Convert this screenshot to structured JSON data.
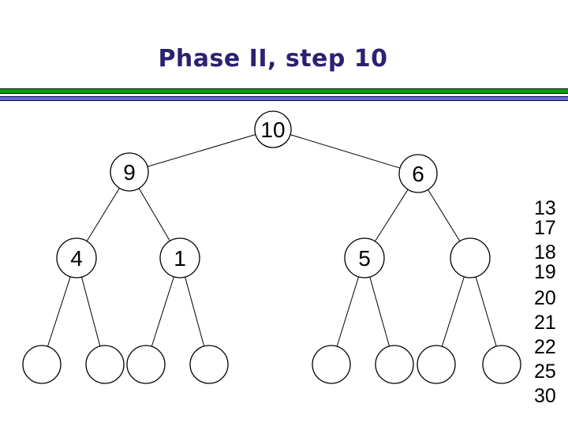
{
  "slide": {
    "title": "Phase II, step 10",
    "colors": {
      "title_color": "#2b2171",
      "green_bar": "#0f9b0f",
      "blue_bar": "#6868d4"
    }
  },
  "tree": {
    "description": "binary heap diagram",
    "nodes": [
      {
        "id": "root",
        "label": "10"
      },
      {
        "id": "left",
        "label": "9"
      },
      {
        "id": "right",
        "label": "6"
      },
      {
        "id": "left-left",
        "label": "4"
      },
      {
        "id": "left-right",
        "label": "1"
      },
      {
        "id": "right-left",
        "label": "5"
      },
      {
        "id": "right-right",
        "label": ""
      },
      {
        "id": "leaf-1",
        "label": ""
      },
      {
        "id": "leaf-2",
        "label": ""
      },
      {
        "id": "leaf-3",
        "label": ""
      },
      {
        "id": "leaf-4",
        "label": ""
      },
      {
        "id": "leaf-5",
        "label": ""
      },
      {
        "id": "leaf-6",
        "label": ""
      },
      {
        "id": "leaf-7",
        "label": ""
      },
      {
        "id": "leaf-8",
        "label": ""
      }
    ]
  },
  "side_list": {
    "values": [
      "13",
      "17",
      "18",
      "19",
      "20",
      "21",
      "22",
      "25",
      "30"
    ]
  }
}
